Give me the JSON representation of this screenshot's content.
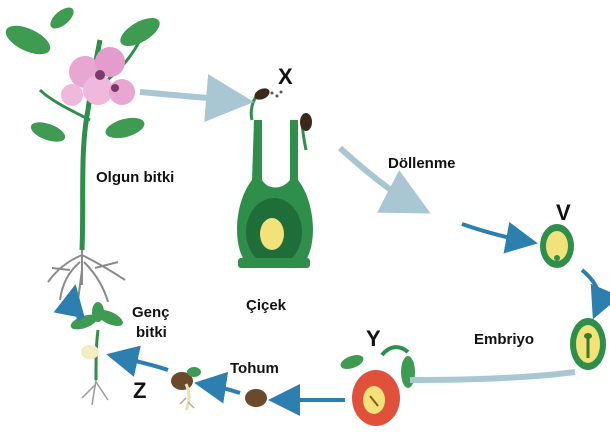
{
  "labels": {
    "mature_plant": "Olgun bitki",
    "flower": "Çiçek",
    "fertilization": "Döllenme",
    "embryo": "Embriyo",
    "seed": "Tohum",
    "young_plant_line1": "Genç",
    "young_plant_line2": "bitki",
    "x": "X",
    "v": "V",
    "y": "Y",
    "z": "Z"
  },
  "watermark": "",
  "colors": {
    "arrow_light": "#a9c7d3",
    "arrow_dark": "#2c7fae",
    "stem": "#2f8f4a",
    "leaf": "#3f9a52",
    "flower": "#e8a6d2",
    "ovule": "#f2e27a",
    "seed": "#6b4a2b"
  }
}
